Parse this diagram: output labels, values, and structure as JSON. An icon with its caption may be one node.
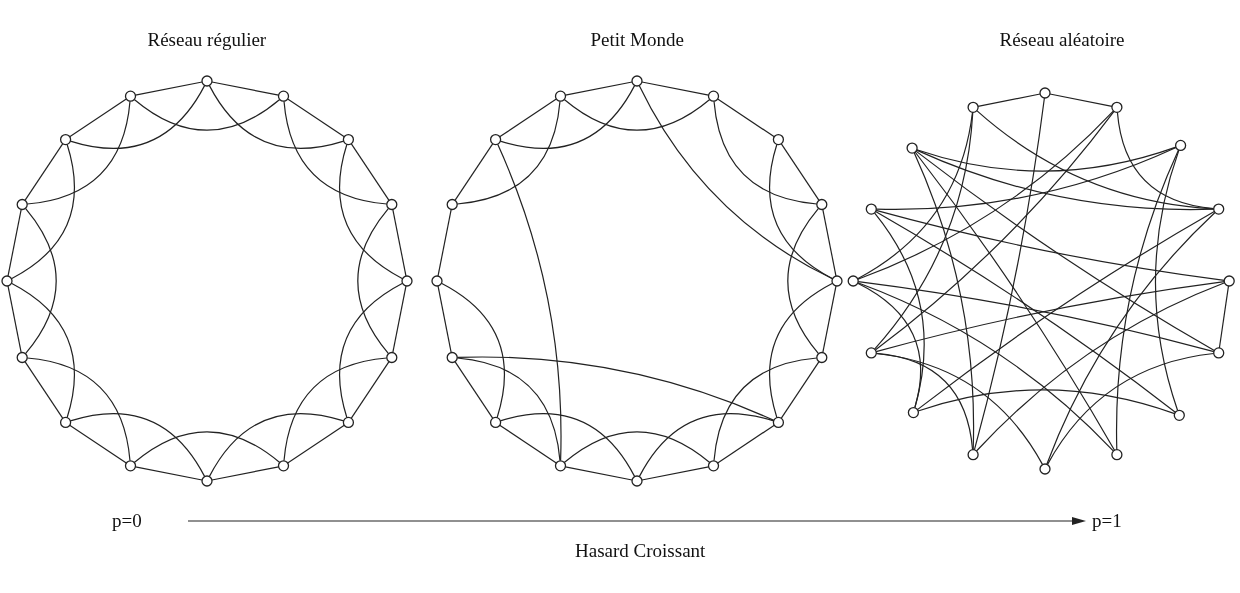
{
  "diagram": {
    "nodes": [
      {
        "text": [],
        "shape": "circle"
      },
      {
        "text": [],
        "shape": "circle"
      },
      {
        "text": [],
        "shape": "circle"
      },
      {
        "text": [],
        "shape": "circle"
      },
      {
        "text": [],
        "shape": "circle"
      },
      {
        "text": [],
        "shape": "circle"
      },
      {
        "text": [],
        "shape": "circle"
      },
      {
        "text": [],
        "shape": "circle"
      },
      {
        "text": [],
        "shape": "circle"
      },
      {
        "text": [],
        "shape": "circle"
      },
      {
        "text": [],
        "shape": "circle"
      },
      {
        "text": [],
        "shape": "circle"
      },
      {
        "text": [],
        "shape": "circle"
      },
      {
        "text": [],
        "shape": "circle"
      },
      {
        "text": [],
        "shape": "circle"
      },
      {
        "text": [],
        "shape": "circle"
      },
      {
        "text": [],
        "shape": "circle"
      },
      {
        "text": [],
        "shape": "circle"
      },
      {
        "text": [],
        "shape": "circle"
      },
      {
        "text": [],
        "shape": "circle"
      },
      {
        "text": [],
        "shape": "circle"
      },
      {
        "text": [],
        "shape": "circle"
      },
      {
        "text": [],
        "shape": "circle"
      },
      {
        "text": [],
        "shape": "circle"
      },
      {
        "text": [],
        "shape": "circle"
      },
      {
        "text": [],
        "shape": "circle"
      },
      {
        "text": [],
        "shape": "circle"
      },
      {
        "text": [],
        "shape": "circle"
      },
      {
        "text": [],
        "shape": "circle"
      },
      {
        "text": [],
        "shape": "circle"
      },
      {
        "text": [],
        "shape": "circle"
      },
      {
        "text": [],
        "shape": "circle"
      },
      {
        "text": [],
        "shape": "circle"
      },
      {
        "text": [],
        "shape": "circle"
      },
      {
        "text": [],
        "shape": "circle"
      },
      {
        "text": [],
        "shape": "circle"
      },
      {
        "text": [],
        "shape": "circle"
      },
      {
        "text": [],
        "shape": "circle"
      },
      {
        "text": [],
        "shape": "circle"
      },
      {
        "text": [],
        "shape": "circle"
      },
      {
        "text": [],
        "shape": "circle"
      },
      {
        "text": [],
        "shape": "circle"
      },
      {
        "text": [],
        "shape": "circle"
      },
      {
        "text": [],
        "shape": "circle"
      },
      {
        "text": [],
        "shape": "circle"
      },
      {
        "text": [],
        "shape": "circle"
      },
      {
        "text": [],
        "shape": "circle"
      },
      {
        "text": [],
        "shape": "circle"
      }
    ],
    "edges": [
      {
        "from": 0,
        "to": 1,
        "arrow": "none"
      },
      {
        "from": 0,
        "to": 2,
        "arrow": "none"
      },
      {
        "from": 1,
        "to": 2,
        "arrow": "none"
      },
      {
        "from": 1,
        "to": 3,
        "arrow": "none"
      },
      {
        "from": 2,
        "to": 3,
        "arrow": "none"
      },
      {
        "from": 2,
        "to": 4,
        "arrow": "none"
      },
      {
        "from": 3,
        "to": 4,
        "arrow": "none"
      },
      {
        "from": 3,
        "to": 5,
        "arrow": "none"
      },
      {
        "from": 4,
        "to": 5,
        "arrow": "none"
      },
      {
        "from": 4,
        "to": 6,
        "arrow": "none"
      },
      {
        "from": 5,
        "to": 6,
        "arrow": "none"
      },
      {
        "from": 5,
        "to": 7,
        "arrow": "none"
      },
      {
        "from": 6,
        "to": 7,
        "arrow": "none"
      },
      {
        "from": 6,
        "to": 8,
        "arrow": "none"
      },
      {
        "from": 7,
        "to": 8,
        "arrow": "none"
      },
      {
        "from": 7,
        "to": 9,
        "arrow": "none"
      },
      {
        "from": 8,
        "to": 9,
        "arrow": "none"
      },
      {
        "from": 8,
        "to": 10,
        "arrow": "none"
      },
      {
        "from": 9,
        "to": 10,
        "arrow": "none"
      },
      {
        "from": 9,
        "to": 11,
        "arrow": "none"
      },
      {
        "from": 10,
        "to": 11,
        "arrow": "none"
      },
      {
        "from": 10,
        "to": 12,
        "arrow": "none"
      },
      {
        "from": 11,
        "to": 12,
        "arrow": "none"
      },
      {
        "from": 11,
        "to": 13,
        "arrow": "none"
      },
      {
        "from": 12,
        "to": 13,
        "arrow": "none"
      },
      {
        "from": 12,
        "to": 14,
        "arrow": "none"
      },
      {
        "from": 13,
        "to": 14,
        "arrow": "none"
      },
      {
        "from": 13,
        "to": 15,
        "arrow": "none"
      },
      {
        "from": 14,
        "to": 15,
        "arrow": "none"
      },
      {
        "from": 14,
        "to": 0,
        "arrow": "none"
      },
      {
        "from": 15,
        "to": 0,
        "arrow": "none"
      },
      {
        "from": 15,
        "to": 1,
        "arrow": "none"
      },
      {
        "from": 16,
        "to": 17,
        "arrow": "none"
      },
      {
        "from": 16,
        "to": 20,
        "arrow": "none"
      },
      {
        "from": 17,
        "to": 18,
        "arrow": "none"
      },
      {
        "from": 17,
        "to": 19,
        "arrow": "none"
      },
      {
        "from": 18,
        "to": 19,
        "arrow": "none"
      },
      {
        "from": 18,
        "to": 20,
        "arrow": "none"
      },
      {
        "from": 19,
        "to": 20,
        "arrow": "none"
      },
      {
        "from": 19,
        "to": 21,
        "arrow": "none"
      },
      {
        "from": 20,
        "to": 21,
        "arrow": "none"
      },
      {
        "from": 20,
        "to": 22,
        "arrow": "none"
      },
      {
        "from": 21,
        "to": 22,
        "arrow": "none"
      },
      {
        "from": 21,
        "to": 23,
        "arrow": "none"
      },
      {
        "from": 22,
        "to": 23,
        "arrow": "none"
      },
      {
        "from": 22,
        "to": 24,
        "arrow": "none"
      },
      {
        "from": 23,
        "to": 24,
        "arrow": "none"
      },
      {
        "from": 23,
        "to": 25,
        "arrow": "none"
      },
      {
        "from": 24,
        "to": 25,
        "arrow": "none"
      },
      {
        "from": 24,
        "to": 26,
        "arrow": "none"
      },
      {
        "from": 25,
        "to": 26,
        "arrow": "none"
      },
      {
        "from": 25,
        "to": 27,
        "arrow": "none"
      },
      {
        "from": 26,
        "to": 27,
        "arrow": "none"
      },
      {
        "from": 26,
        "to": 28,
        "arrow": "none"
      },
      {
        "from": 27,
        "to": 28,
        "arrow": "none"
      },
      {
        "from": 27,
        "to": 22,
        "arrow": "none"
      },
      {
        "from": 28,
        "to": 29,
        "arrow": "none"
      },
      {
        "from": 30,
        "to": 25,
        "arrow": "none"
      },
      {
        "from": 29,
        "to": 30,
        "arrow": "none"
      },
      {
        "from": 29,
        "to": 31,
        "arrow": "none"
      },
      {
        "from": 30,
        "to": 31,
        "arrow": "none"
      },
      {
        "from": 30,
        "to": 16,
        "arrow": "none"
      },
      {
        "from": 31,
        "to": 16,
        "arrow": "none"
      },
      {
        "from": 31,
        "to": 17,
        "arrow": "none"
      },
      {
        "from": 32,
        "to": 33,
        "arrow": "none"
      },
      {
        "from": 33,
        "to": 35,
        "arrow": "none"
      },
      {
        "from": 41,
        "to": 43,
        "arrow": "none"
      },
      {
        "from": 32,
        "to": 47,
        "arrow": "none"
      },
      {
        "from": 32,
        "to": 41,
        "arrow": "none"
      },
      {
        "from": 33,
        "to": 44,
        "arrow": "none"
      },
      {
        "from": 33,
        "to": 43,
        "arrow": "none"
      },
      {
        "from": 34,
        "to": 38,
        "arrow": "none"
      },
      {
        "from": 34,
        "to": 45,
        "arrow": "none"
      },
      {
        "from": 34,
        "to": 46,
        "arrow": "none"
      },
      {
        "from": 35,
        "to": 46,
        "arrow": "none"
      },
      {
        "from": 35,
        "to": 40,
        "arrow": "none"
      },
      {
        "from": 35,
        "to": 42,
        "arrow": "none"
      },
      {
        "from": 35,
        "to": 47,
        "arrow": "none"
      },
      {
        "from": 36,
        "to": 43,
        "arrow": "none"
      },
      {
        "from": 36,
        "to": 37,
        "arrow": "none"
      },
      {
        "from": 36,
        "to": 45,
        "arrow": "none"
      },
      {
        "from": 37,
        "to": 44,
        "arrow": "none"
      },
      {
        "from": 37,
        "to": 46,
        "arrow": "none"
      },
      {
        "from": 37,
        "to": 40,
        "arrow": "none"
      },
      {
        "from": 38,
        "to": 42,
        "arrow": "none"
      },
      {
        "from": 39,
        "to": 44,
        "arrow": "none"
      },
      {
        "from": 39,
        "to": 34,
        "arrow": "none"
      },
      {
        "from": 40,
        "to": 43,
        "arrow": "none"
      },
      {
        "from": 41,
        "to": 36,
        "arrow": "none"
      },
      {
        "from": 41,
        "to": 46,
        "arrow": "none"
      },
      {
        "from": 42,
        "to": 45,
        "arrow": "none"
      },
      {
        "from": 42,
        "to": 44,
        "arrow": "none"
      },
      {
        "from": 43,
        "to": 47,
        "arrow": "none"
      },
      {
        "from": 44,
        "to": 47,
        "arrow": "none"
      },
      {
        "from": 45,
        "to": 38,
        "arrow": "none"
      },
      {
        "from": 46,
        "to": 39,
        "arrow": "none"
      }
    ],
    "labels": [
      "Réseau régulier",
      "Petit Monde",
      "Réseau aléatoire",
      "p=0",
      "p=1",
      "Hasard Croissant"
    ]
  }
}
